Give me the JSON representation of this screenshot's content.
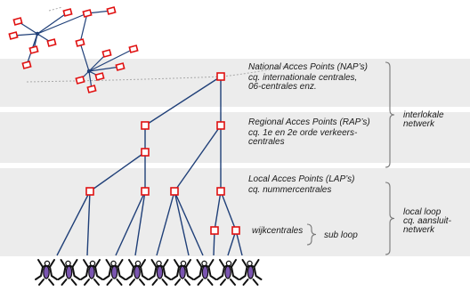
{
  "levels": {
    "national": {
      "title": "National Acces Points (NAP’s)",
      "sub": "cq. internationale centrales,\n06-centrales enz."
    },
    "regional": {
      "title": "Regional Acces Points (RAP’s)",
      "sub": "cq. 1e en 2e orde verkeers-\ncentrales"
    },
    "local": {
      "title": "Local Acces Points (LAP’s)",
      "sub": "cq. nummercentrales"
    }
  },
  "groups": {
    "interlokaal": "interlokale\nnetwerk",
    "local_loop": "local loop\ncq. aansluit-\nnetwerk",
    "wijk": "wijkcentrales",
    "sub_loop": "sub loop"
  },
  "colors": {
    "node": "#e01010",
    "line": "#1f3f78",
    "band": "#ececec",
    "bracket": "#777777",
    "person": "#7a55b0"
  },
  "people_count": 10
}
